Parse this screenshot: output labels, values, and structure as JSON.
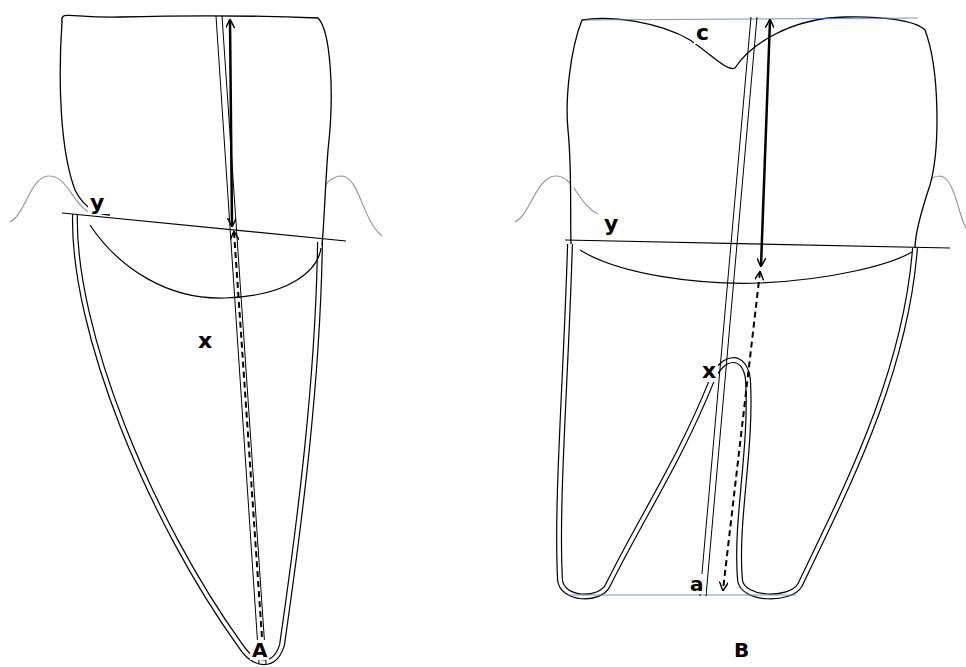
{
  "diagram": {
    "labels": [
      "y",
      "x",
      "A",
      "c",
      "y",
      "x",
      "a",
      "B"
    ]
  }
}
